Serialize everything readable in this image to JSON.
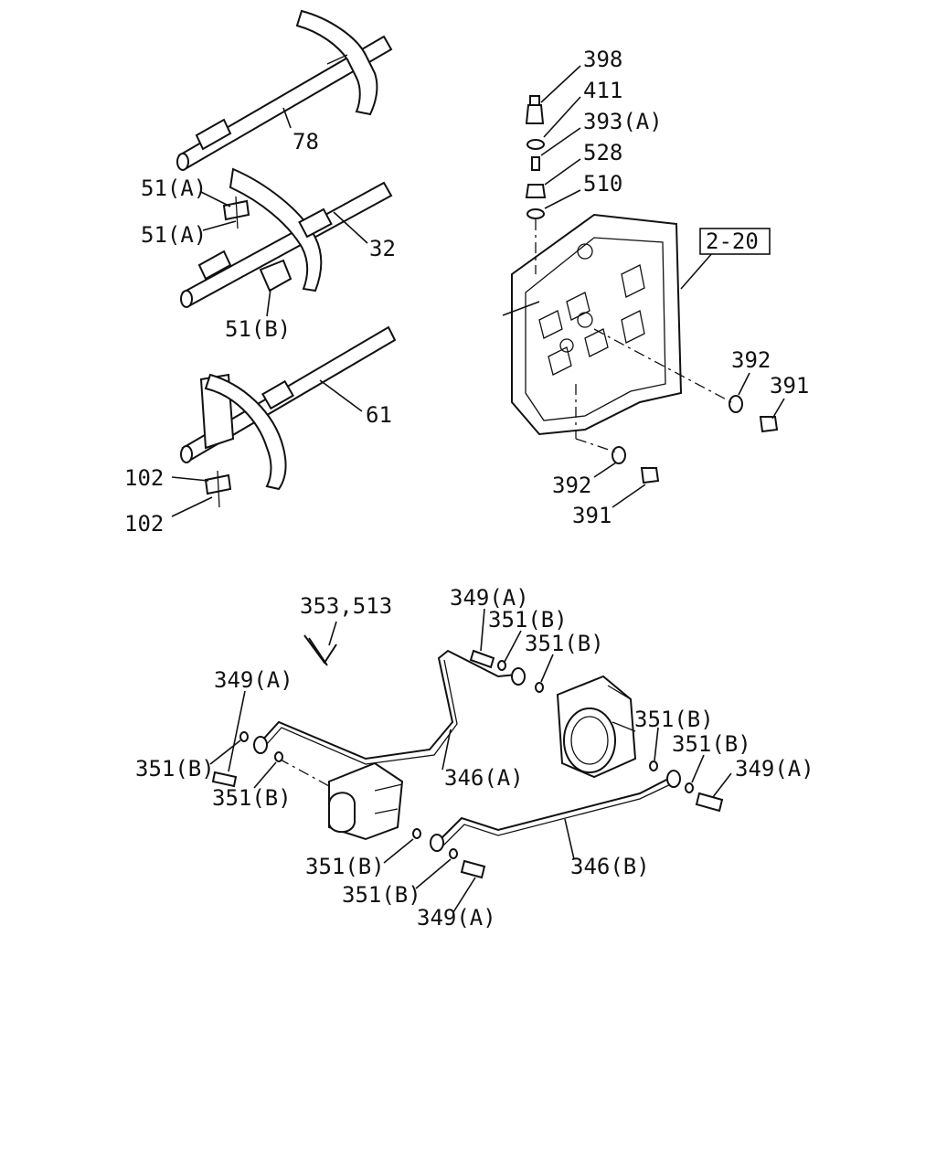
{
  "labels": {
    "p398": "398",
    "p411": "411",
    "p393a": "393(A)",
    "p528": "528",
    "p510": "510",
    "ref": "2-20",
    "p392_right": "392",
    "p391_right": "391",
    "p392_bottom": "392",
    "p391_bottom": "391",
    "p78": "78",
    "p51a_1": "51(A)",
    "p51a_2": "51(A)",
    "p32": "32",
    "p51b": "51(B)",
    "p61": "61",
    "p102_1": "102",
    "p102_2": "102",
    "p353_513": "353,513",
    "p349a_top": "349(A)",
    "p351b_t1": "351(B)",
    "p351b_t2": "351(B)",
    "p349a_left": "349(A)",
    "p351b_left": "351(B)",
    "p351b_mid": "351(B)",
    "p346a": "346(A)",
    "p351b_r1": "351(B)",
    "p351b_r2": "351(B)",
    "p349a_right": "349(A)",
    "p351b_b1": "351(B)",
    "p351b_b2": "351(B)",
    "p349a_bottom": "349(A)",
    "p346b": "346(B)"
  }
}
